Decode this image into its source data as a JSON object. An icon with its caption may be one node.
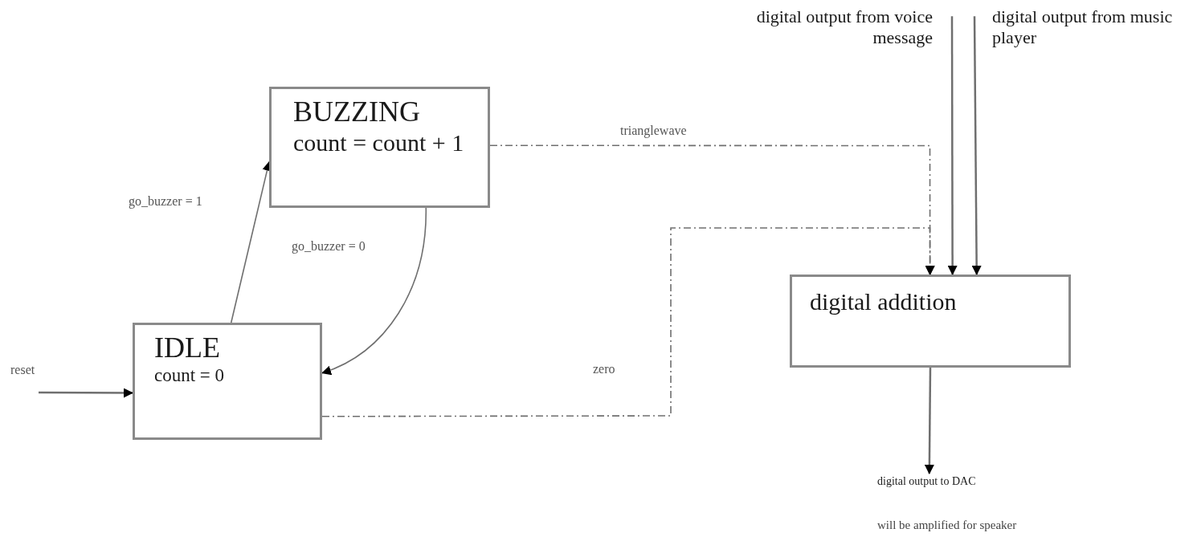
{
  "diagram": {
    "nodes": [
      {
        "text": [
          "BUZZING",
          "count = count + 1"
        ]
      },
      {
        "text": [
          "IDLE",
          "count = 0"
        ]
      },
      {
        "text": [
          "digital addition"
        ]
      },
      {
        "text": [
          "digital output from voice message"
        ]
      },
      {
        "text": [
          "digital output from music player"
        ]
      },
      {
        "text": [
          "digital output to DAC"
        ]
      }
    ],
    "edges": [
      {
        "from": null,
        "to": 1,
        "arrow": "to",
        "label": "reset"
      },
      {
        "from": 1,
        "to": 0,
        "arrow": "to",
        "label": "go_buzzer = 1"
      },
      {
        "from": 0,
        "to": 1,
        "arrow": "to",
        "label": "go_buzzer = 0"
      },
      {
        "from": 0,
        "to": 2,
        "arrow": "to",
        "label": "trianglewave",
        "style": "dashed"
      },
      {
        "from": 1,
        "to": 2,
        "arrow": "to",
        "label": "zero",
        "style": "dashed"
      },
      {
        "from": 3,
        "to": 2,
        "arrow": "to"
      },
      {
        "from": 4,
        "to": 2,
        "arrow": "to"
      },
      {
        "from": 2,
        "to": 5,
        "arrow": "to"
      }
    ],
    "labels": [
      "will be amplified for speaker"
    ]
  }
}
